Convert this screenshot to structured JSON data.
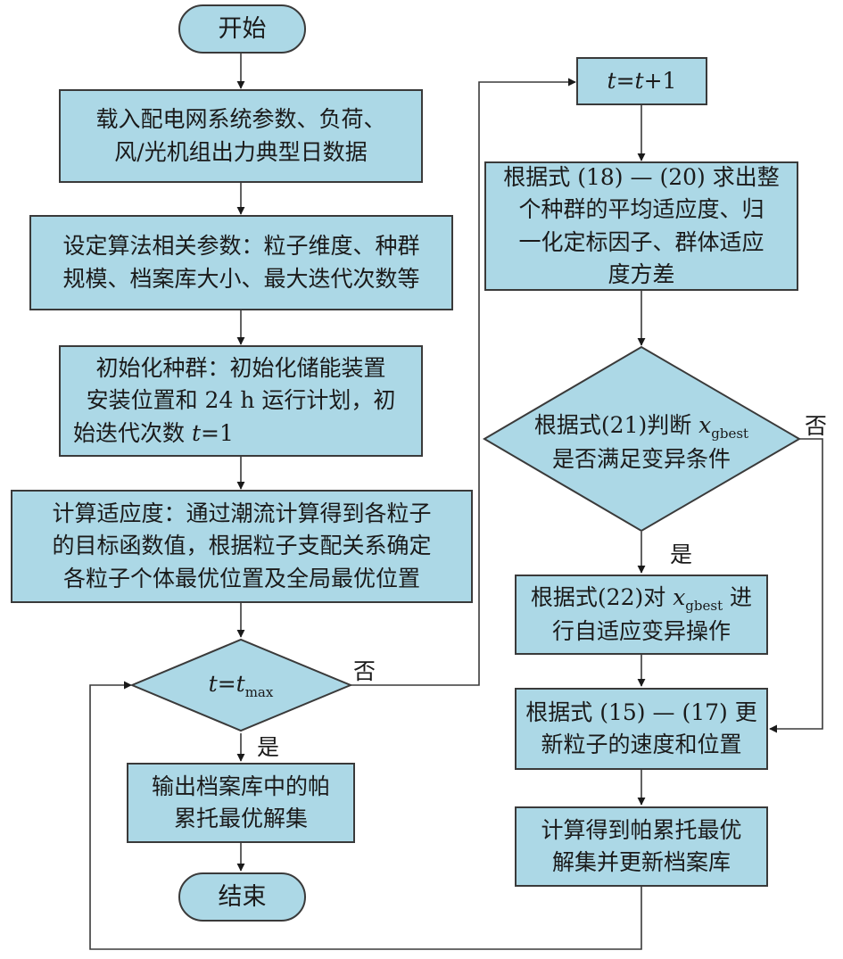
{
  "left": {
    "start": "开始",
    "load": [
      "载入配电网系统参数、负荷、",
      "风/光机组出力典型日数据"
    ],
    "params": [
      "设定算法相关参数：粒子维度、种群",
      "规模、档案库大小、最大迭代次数等"
    ],
    "init": [
      "初始化种群：初始化储能装置",
      "安装位置和 24 h 运行计划，初",
      "始迭代次数 ",
      "t",
      "=1"
    ],
    "fitness": [
      "计算适应度：通过潮流计算得到各粒子",
      "的目标函数值，根据粒子支配关系确定",
      "各粒子个体最优位置及全局最优位置"
    ],
    "cond": {
      "t": "t",
      "eq": "=",
      "t2": "t",
      "sub": "max"
    },
    "output": [
      "输出档案库中的帕",
      "累托最优解集"
    ],
    "end": "结束",
    "yes": "是",
    "no": "否"
  },
  "right": {
    "iter": {
      "t": "t",
      "eq": "=",
      "t2": "t",
      "plus": "+1"
    },
    "calc": [
      "根据式 (18) — (20) 求出整",
      "个种群的平均适应度、归",
      "一化定标因子、群体适应",
      "度方差"
    ],
    "judge": {
      "line1": "根据式(21)判断 ",
      "x": "x",
      "sub": "gbest",
      "line2": "是否满足变异条件"
    },
    "mutate": {
      "line1": "根据式(22)对 ",
      "x": "x",
      "sub": "gbest",
      "line1b": " 进",
      "line2": "行自适应变异操作"
    },
    "update": [
      "根据式 (15) — (17) 更",
      "新粒子的速度和位置"
    ],
    "pareto": [
      "计算得到帕累托最优",
      "解集并更新档案库"
    ],
    "yes": "是",
    "no": "否"
  }
}
